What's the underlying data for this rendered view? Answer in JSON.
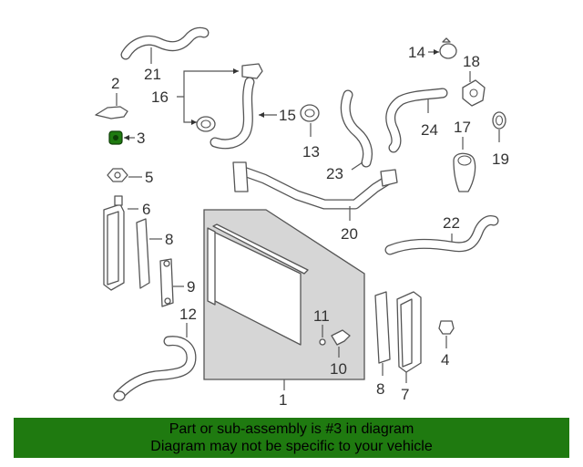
{
  "callouts": {
    "c1": "1",
    "c2": "2",
    "c3": "3",
    "c4": "4",
    "c5": "5",
    "c6": "6",
    "c7": "7",
    "c8a": "8",
    "c8b": "8",
    "c9": "9",
    "c10": "10",
    "c11": "11",
    "c12": "12",
    "c13": "13",
    "c14": "14",
    "c15": "15",
    "c16": "16",
    "c17": "17",
    "c18": "18",
    "c19": "19",
    "c20": "20",
    "c21": "21",
    "c22": "22",
    "c23": "23",
    "c24": "24"
  },
  "highlight": {
    "part": "3",
    "color": "#1f7a10"
  },
  "footer": {
    "line1": "Part or sub-assembly is #3 in diagram",
    "line2": "Diagram may not be specific to your vehicle",
    "background": "#1f7a10"
  }
}
